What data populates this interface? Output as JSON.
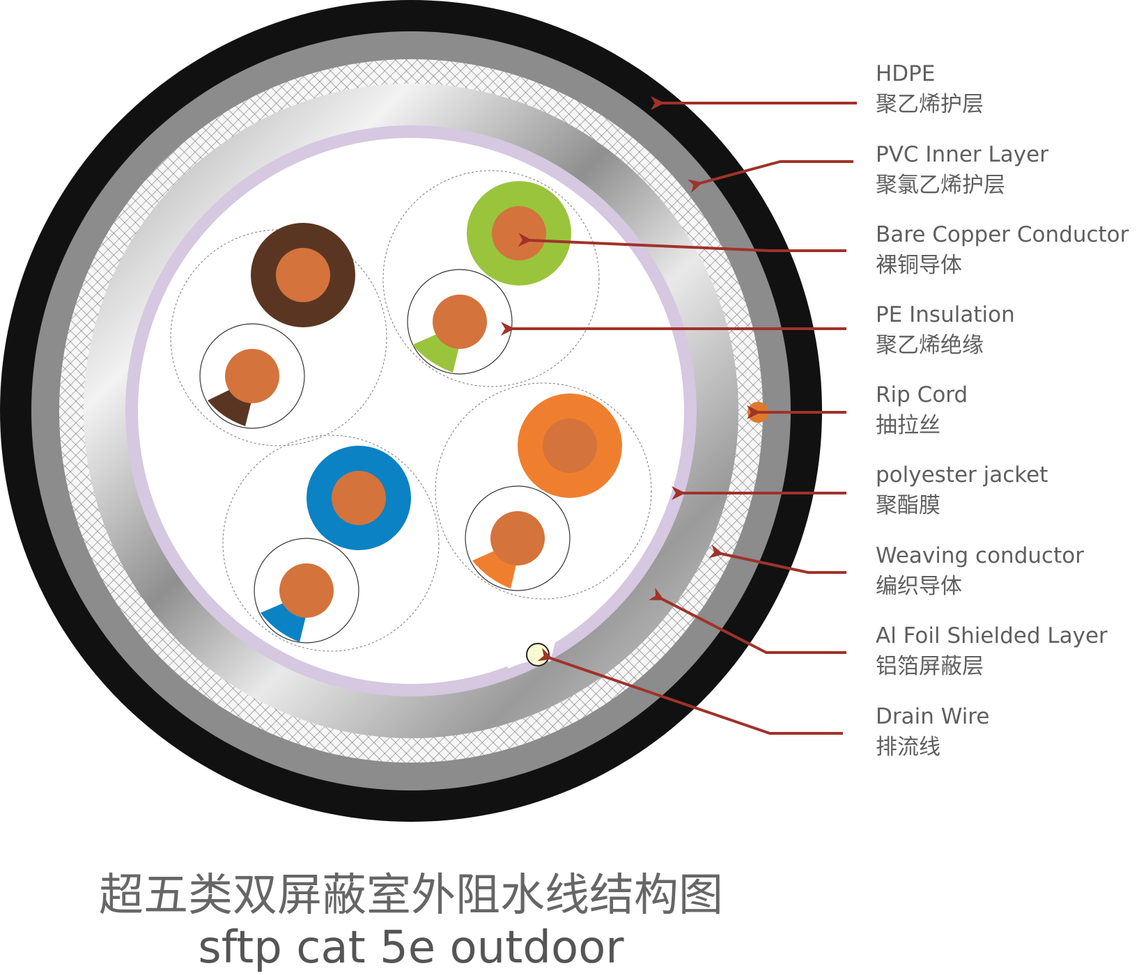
{
  "labels": [
    {
      "en": "HDPE",
      "cn": "聚乙烯护层"
    },
    {
      "en": "PVC Inner Layer",
      "cn": "聚氯乙烯护层"
    },
    {
      "en": "Bare Copper Conductor",
      "cn": "裸铜导体"
    },
    {
      "en": "PE Insulation",
      "cn": "聚乙烯绝缘"
    },
    {
      "en": "Rip Cord",
      "cn": "抽拉丝"
    },
    {
      "en": "polyester jacket",
      "cn": "聚酯膜"
    },
    {
      "en": "Weaving conductor",
      "cn": "编织导体"
    },
    {
      "en": "Al Foil Shielded Layer",
      "cn": "铝箔屏蔽层"
    },
    {
      "en": "Drain Wire",
      "cn": "排流线"
    }
  ],
  "title": {
    "cn": "超五类双屏蔽室外阻水线结构图",
    "en": "sftp cat 5e outdoor"
  },
  "colors": {
    "jacket": "#111111",
    "inner_layer": "#8c8c8c",
    "foil": "#b9b9b9",
    "polyester": "#d5c8e0",
    "copper": "#d4733c",
    "arrow": "#a0322a",
    "pair_brown": "#5a3622",
    "pair_green": "#9ac43c",
    "pair_blue": "#0a82c4",
    "pair_orange": "#ef7f2f",
    "rip_cord": "#e0782c",
    "drain_wire": "#fafad2"
  }
}
